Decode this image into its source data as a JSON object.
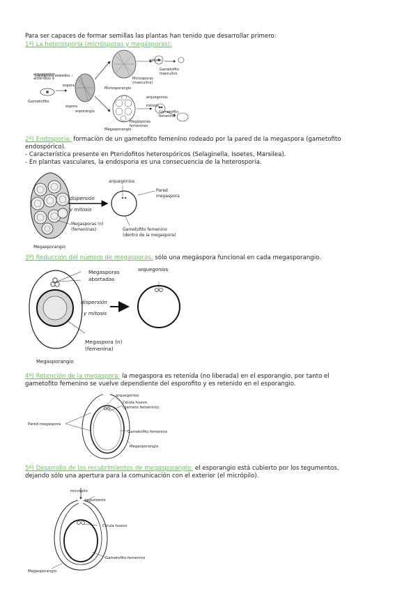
{
  "intro": "Para ser capaces de formar semillas las plantas han tenido que desarrollar primero:",
  "s1": {
    "heading": "1º) La heterosporia (micrósporas y megásporas):"
  },
  "fig1": {
    "arquegonios_anteridios": "arquegonios\nanteridios ♀",
    "gametofito": "Gametofito",
    "espora": "espora",
    "esporangio": "esporangio",
    "microsporangio": "Microsporangio",
    "megasporangio": "Megasporangio",
    "mitosis_top": "mitosis",
    "gametofito_masculino": "Gametofito\nmasculino",
    "microsporas_masculino": "Microsporas\n(masculino)",
    "arquegonios": "arquegonios",
    "mitosis_bottom": "mitosis",
    "gametofito_femenino": "Gametofito\nfemenino",
    "megasporas_femeninas": "Megásporas\nfemeninas"
  },
  "s2": {
    "heading": "2º) Endosporia:",
    "body_1": " formación de un gametofito femenino rodeado por la pared de la megaspora (gametofito",
    "body_2": "endospórico).",
    "bullet_1": " - Característica presente en Pteridofitos heterospóricos (Selaginella, Isoetes, Marsilea).",
    "bullet_2": " - En plantas vasculares, la endosporia es una consecuencia de la heterosporia."
  },
  "fig2": {
    "arquegonios": "arquegonios",
    "pared_megaspora": "Pared\nmegaspora",
    "dispersion": "dispersión",
    "y_mitosis": "y mitosis",
    "megasporas": "Megasporas (n)\n(femeninas)",
    "gametofito_femenino": "Gametofito femenino\n(dentro de la megaspora)",
    "megasporangio": "Megasporangio"
  },
  "s3": {
    "heading": "3º) Reducción del número de megasporas:",
    "body": " sólo una megáspora funcional en cada megasporangio."
  },
  "fig3": {
    "megasporas_abortadas": "Megasporas\nabortadas",
    "dispersion": "dispersión",
    "y_mitosis": "y mitosis",
    "arquegonios": "arquegonios",
    "megaspora_n": "Megaspora (n)\n(femenina)",
    "megasporangio": "Megasporangio"
  },
  "s4": {
    "heading": "4º) Retención de la megaspora:",
    "body_1": " la megaspora es retenida (no liberada) en el esporangio, por tanto el",
    "body_2": "gametofito femenino se vuelve dependiente del esporofito y es retenido en el esporangio."
  },
  "fig4": {
    "arquegonios": "arquegonios",
    "celula_huevo": "Célula huevo\n(gameto femenino)",
    "pared_megaspora": "Pared megaspora",
    "gametofito_femenino": "Gametofito femenino",
    "megasporangio": "Megasporangio"
  },
  "s5": {
    "heading": "5º) Desarrollo de los recubrimientos de megasporangio:",
    "body_1": " el esporangio está cubierto por los tegumentos,",
    "body_2": "dejando sólo una apertura para la comunicación con el exterior (el micrópilo)."
  },
  "fig5": {
    "micropilo": "micrópilo",
    "tegumento": "tegumento",
    "celula_huevo": "Célula huevo",
    "gametofito_femenino": "Gametofito femenino",
    "megasporangio": "Megasporangio"
  }
}
